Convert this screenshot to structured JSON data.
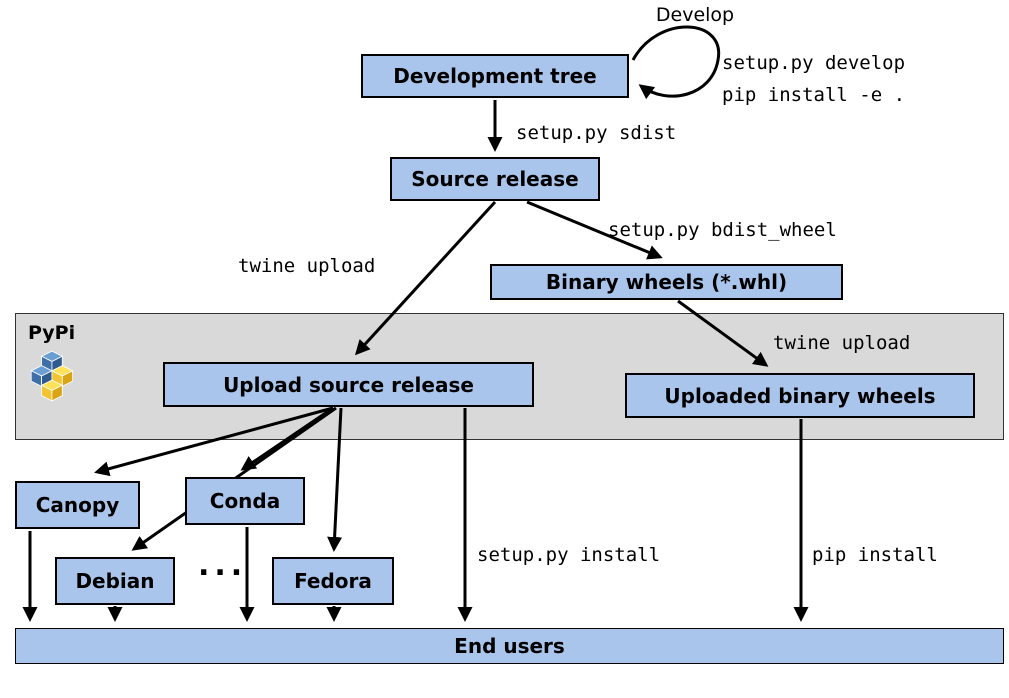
{
  "nodes": {
    "development_tree": {
      "label": "Development tree"
    },
    "source_release": {
      "label": "Source release"
    },
    "binary_wheels": {
      "label": "Binary wheels (*.whl)"
    },
    "upload_source_release": {
      "label": "Upload source release"
    },
    "uploaded_binary_wheels": {
      "label": "Uploaded binary wheels"
    },
    "canopy": {
      "label": "Canopy"
    },
    "conda": {
      "label": "Conda"
    },
    "debian": {
      "label": "Debian"
    },
    "fedora": {
      "label": "Fedora"
    },
    "end_users": {
      "label": "End users"
    }
  },
  "regions": {
    "pypi": {
      "label": "PyPi"
    }
  },
  "edge_labels": {
    "develop": "Develop",
    "develop_cmd_1": "setup.py develop",
    "develop_cmd_2": "pip install -e .",
    "sdist": "setup.py sdist",
    "bdist_wheel": "setup.py bdist_wheel",
    "twine_upload_source": "twine upload",
    "twine_upload_wheels": "twine upload",
    "setup_install": "setup.py install",
    "pip_install": "pip install",
    "ellipsis": "..."
  },
  "colors": {
    "node_fill": "#aac5ec",
    "band_fill": "#d9d9d9",
    "arrow": "#000000",
    "pypi_blue": "#3f6fa8",
    "pypi_yellow": "#f3c431"
  }
}
